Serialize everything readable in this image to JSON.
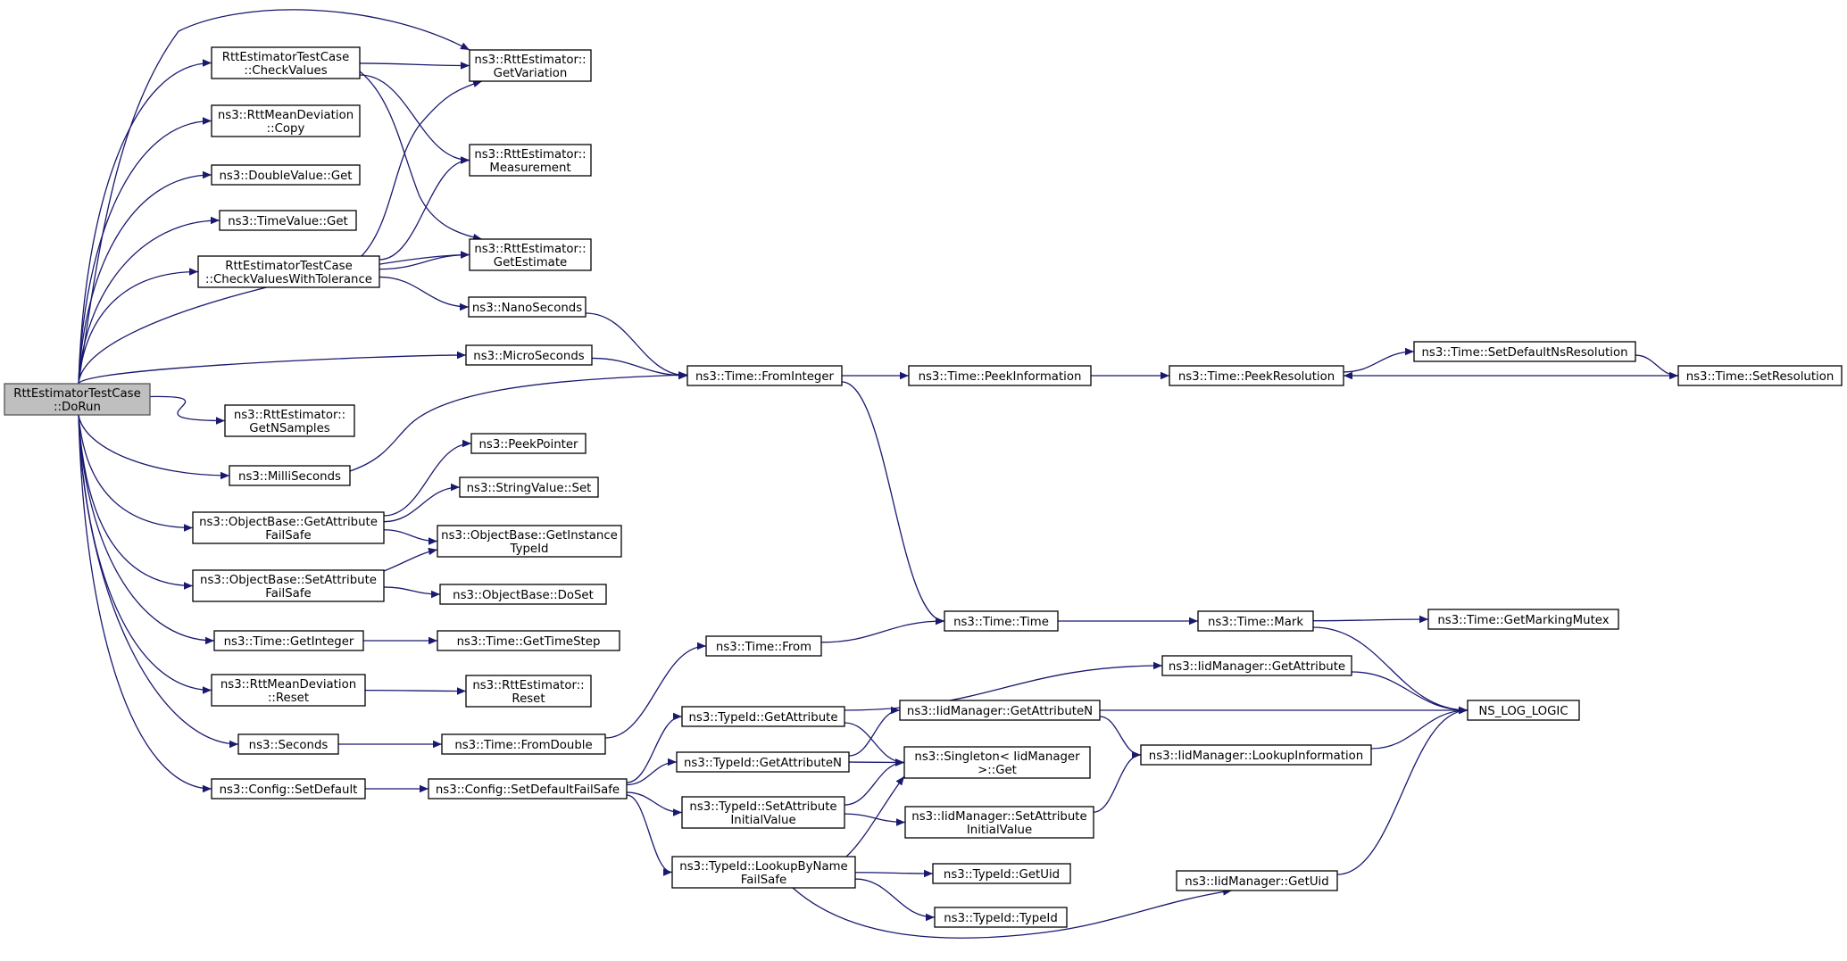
{
  "diagram": {
    "type": "call-graph",
    "edge_color": "#191970",
    "root_fill": "#bfbfbf",
    "nodes": [
      {
        "id": "dorun",
        "lines": [
          "RttEstimatorTestCase",
          "::DoRun"
        ],
        "root": true
      },
      {
        "id": "checkvalues",
        "lines": [
          "RttEstimatorTestCase",
          "::CheckValues"
        ]
      },
      {
        "id": "rmd_copy",
        "lines": [
          "ns3::RttMeanDeviation",
          "::Copy"
        ]
      },
      {
        "id": "double_get",
        "lines": [
          "ns3::DoubleValue::Get"
        ]
      },
      {
        "id": "timevalue_get",
        "lines": [
          "ns3::TimeValue::Get"
        ]
      },
      {
        "id": "checkvalueswt",
        "lines": [
          "RttEstimatorTestCase",
          "::CheckValuesWithTolerance"
        ]
      },
      {
        "id": "getnsamples",
        "lines": [
          "ns3::RttEstimator::",
          "GetNSamples"
        ]
      },
      {
        "id": "milliseconds",
        "lines": [
          "ns3::MilliSeconds"
        ]
      },
      {
        "id": "getattrfs",
        "lines": [
          "ns3::ObjectBase::GetAttribute",
          "FailSafe"
        ]
      },
      {
        "id": "setattrfs",
        "lines": [
          "ns3::ObjectBase::SetAttribute",
          "FailSafe"
        ]
      },
      {
        "id": "getinteger",
        "lines": [
          "ns3::Time::GetInteger"
        ]
      },
      {
        "id": "rmd_reset",
        "lines": [
          "ns3::RttMeanDeviation",
          "::Reset"
        ]
      },
      {
        "id": "seconds",
        "lines": [
          "ns3::Seconds"
        ]
      },
      {
        "id": "config_setdefault",
        "lines": [
          "ns3::Config::SetDefault"
        ]
      },
      {
        "id": "getvariation",
        "lines": [
          "ns3::RttEstimator::",
          "GetVariation"
        ]
      },
      {
        "id": "measurement",
        "lines": [
          "ns3::RttEstimator::",
          "Measurement"
        ]
      },
      {
        "id": "getestimate",
        "lines": [
          "ns3::RttEstimator::",
          "GetEstimate"
        ]
      },
      {
        "id": "nanoseconds",
        "lines": [
          "ns3::NanoSeconds"
        ]
      },
      {
        "id": "microseconds",
        "lines": [
          "ns3::MicroSeconds"
        ]
      },
      {
        "id": "peekpointer",
        "lines": [
          "ns3::PeekPointer"
        ]
      },
      {
        "id": "stringvalue_set",
        "lines": [
          "ns3::StringValue::Set"
        ]
      },
      {
        "id": "getinstancetypeid",
        "lines": [
          "ns3::ObjectBase::GetInstance",
          "TypeId"
        ]
      },
      {
        "id": "doset",
        "lines": [
          "ns3::ObjectBase::DoSet"
        ]
      },
      {
        "id": "gettimestep",
        "lines": [
          "ns3::Time::GetTimeStep"
        ]
      },
      {
        "id": "re_reset",
        "lines": [
          "ns3::RttEstimator::",
          "Reset"
        ]
      },
      {
        "id": "fromdouble",
        "lines": [
          "ns3::Time::FromDouble"
        ]
      },
      {
        "id": "setdefaultfs",
        "lines": [
          "ns3::Config::SetDefaultFailSafe"
        ]
      },
      {
        "id": "frominteger",
        "lines": [
          "ns3::Time::FromInteger"
        ]
      },
      {
        "id": "time_from",
        "lines": [
          "ns3::Time::From"
        ]
      },
      {
        "id": "typeid_getattribute",
        "lines": [
          "ns3::TypeId::GetAttribute"
        ]
      },
      {
        "id": "typeid_getattributen",
        "lines": [
          "ns3::TypeId::GetAttributeN"
        ]
      },
      {
        "id": "typeid_setattrinit",
        "lines": [
          "ns3::TypeId::SetAttribute",
          "InitialValue"
        ]
      },
      {
        "id": "lookupbynamefs",
        "lines": [
          "ns3::TypeId::LookupByName",
          "FailSafe"
        ]
      },
      {
        "id": "peekinformation",
        "lines": [
          "ns3::Time::PeekInformation"
        ]
      },
      {
        "id": "time_time",
        "lines": [
          "ns3::Time::Time"
        ]
      },
      {
        "id": "singleton_get",
        "lines": [
          "ns3::Singleton< IidManager",
          ">::Get"
        ]
      },
      {
        "id": "iid_getattributen",
        "lines": [
          "ns3::IidManager::GetAttributeN"
        ]
      },
      {
        "id": "iid_setattrinit",
        "lines": [
          "ns3::IidManager::SetAttribute",
          "InitialValue"
        ]
      },
      {
        "id": "typeid_getuid",
        "lines": [
          "ns3::TypeId::GetUid"
        ]
      },
      {
        "id": "typeid_typeid",
        "lines": [
          "ns3::TypeId::TypeId"
        ]
      },
      {
        "id": "peekresolution",
        "lines": [
          "ns3::Time::PeekResolution"
        ]
      },
      {
        "id": "time_mark",
        "lines": [
          "ns3::Time::Mark"
        ]
      },
      {
        "id": "iid_getattribute",
        "lines": [
          "ns3::IidManager::GetAttribute"
        ]
      },
      {
        "id": "iid_lookupinfo",
        "lines": [
          "ns3::IidManager::LookupInformation"
        ]
      },
      {
        "id": "iid_getuid",
        "lines": [
          "ns3::IidManager::GetUid"
        ]
      },
      {
        "id": "setdefaultnsres",
        "lines": [
          "ns3::Time::SetDefaultNsResolution"
        ]
      },
      {
        "id": "getmarkingmutex",
        "lines": [
          "ns3::Time::GetMarkingMutex"
        ]
      },
      {
        "id": "ns_log_logic",
        "lines": [
          "NS_LOG_LOGIC"
        ]
      },
      {
        "id": "setresolution",
        "lines": [
          "ns3::Time::SetResolution"
        ]
      }
    ],
    "edges": [
      [
        "dorun",
        "getvariation"
      ],
      [
        "dorun",
        "checkvalues"
      ],
      [
        "dorun",
        "rmd_copy"
      ],
      [
        "dorun",
        "double_get"
      ],
      [
        "dorun",
        "timevalue_get"
      ],
      [
        "dorun",
        "checkvalueswt"
      ],
      [
        "dorun",
        "getestimate"
      ],
      [
        "dorun",
        "microseconds"
      ],
      [
        "dorun",
        "getnsamples"
      ],
      [
        "dorun",
        "milliseconds"
      ],
      [
        "dorun",
        "getattrfs"
      ],
      [
        "dorun",
        "setattrfs"
      ],
      [
        "dorun",
        "getinteger"
      ],
      [
        "dorun",
        "rmd_reset"
      ],
      [
        "dorun",
        "seconds"
      ],
      [
        "dorun",
        "config_setdefault"
      ],
      [
        "checkvalues",
        "getvariation"
      ],
      [
        "checkvalues",
        "measurement"
      ],
      [
        "checkvalues",
        "getestimate"
      ],
      [
        "checkvalueswt",
        "getvariation"
      ],
      [
        "checkvalueswt",
        "measurement"
      ],
      [
        "checkvalueswt",
        "getestimate"
      ],
      [
        "checkvalueswt",
        "nanoseconds"
      ],
      [
        "nanoseconds",
        "frominteger"
      ],
      [
        "microseconds",
        "frominteger"
      ],
      [
        "milliseconds",
        "frominteger"
      ],
      [
        "getattrfs",
        "peekpointer"
      ],
      [
        "getattrfs",
        "stringvalue_set"
      ],
      [
        "getattrfs",
        "getinstancetypeid"
      ],
      [
        "setattrfs",
        "getinstancetypeid"
      ],
      [
        "setattrfs",
        "doset"
      ],
      [
        "getinteger",
        "gettimestep"
      ],
      [
        "rmd_reset",
        "re_reset"
      ],
      [
        "seconds",
        "fromdouble"
      ],
      [
        "fromdouble",
        "time_from"
      ],
      [
        "time_from",
        "time_time"
      ],
      [
        "config_setdefault",
        "setdefaultfs"
      ],
      [
        "setdefaultfs",
        "typeid_getattribute"
      ],
      [
        "setdefaultfs",
        "typeid_getattributen"
      ],
      [
        "setdefaultfs",
        "typeid_setattrinit"
      ],
      [
        "setdefaultfs",
        "lookupbynamefs"
      ],
      [
        "frominteger",
        "peekinformation"
      ],
      [
        "frominteger",
        "time_time"
      ],
      [
        "peekinformation",
        "peekresolution"
      ],
      [
        "peekresolution",
        "setdefaultnsres"
      ],
      [
        "setdefaultnsres",
        "setresolution"
      ],
      [
        "setresolution",
        "peekresolution"
      ],
      [
        "time_time",
        "time_mark"
      ],
      [
        "time_mark",
        "getmarkingmutex"
      ],
      [
        "time_mark",
        "ns_log_logic"
      ],
      [
        "typeid_getattribute",
        "iid_getattribute"
      ],
      [
        "typeid_getattribute",
        "singleton_get"
      ],
      [
        "typeid_getattributen",
        "iid_getattributen"
      ],
      [
        "typeid_getattributen",
        "singleton_get"
      ],
      [
        "typeid_setattrinit",
        "singleton_get"
      ],
      [
        "typeid_setattrinit",
        "iid_setattrinit"
      ],
      [
        "lookupbynamefs",
        "singleton_get"
      ],
      [
        "lookupbynamefs",
        "typeid_getuid"
      ],
      [
        "lookupbynamefs",
        "typeid_typeid"
      ],
      [
        "lookupbynamefs",
        "iid_getuid"
      ],
      [
        "iid_getattribute",
        "ns_log_logic"
      ],
      [
        "iid_getattributen",
        "ns_log_logic"
      ],
      [
        "iid_getattributen",
        "iid_lookupinfo"
      ],
      [
        "iid_setattrinit",
        "iid_lookupinfo"
      ],
      [
        "iid_lookupinfo",
        "ns_log_logic"
      ],
      [
        "iid_getuid",
        "ns_log_logic"
      ]
    ]
  }
}
